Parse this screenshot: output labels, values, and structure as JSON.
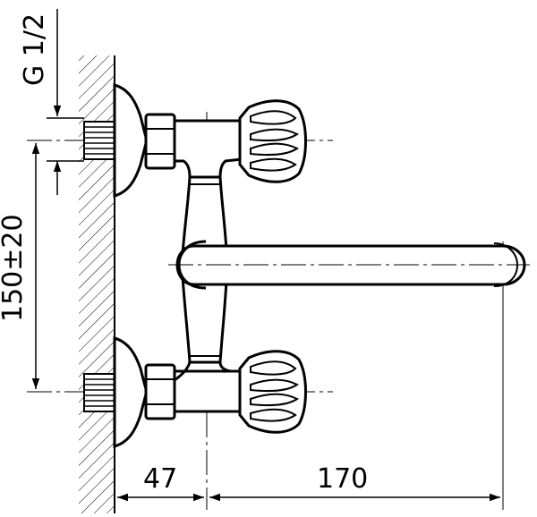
{
  "diagram": {
    "thread_label": "G 1/2",
    "height_label": "150±20",
    "wall_offset_label": "47",
    "spout_length_label": "170"
  },
  "colors": {
    "line": "#000000",
    "background": "#ffffff"
  }
}
